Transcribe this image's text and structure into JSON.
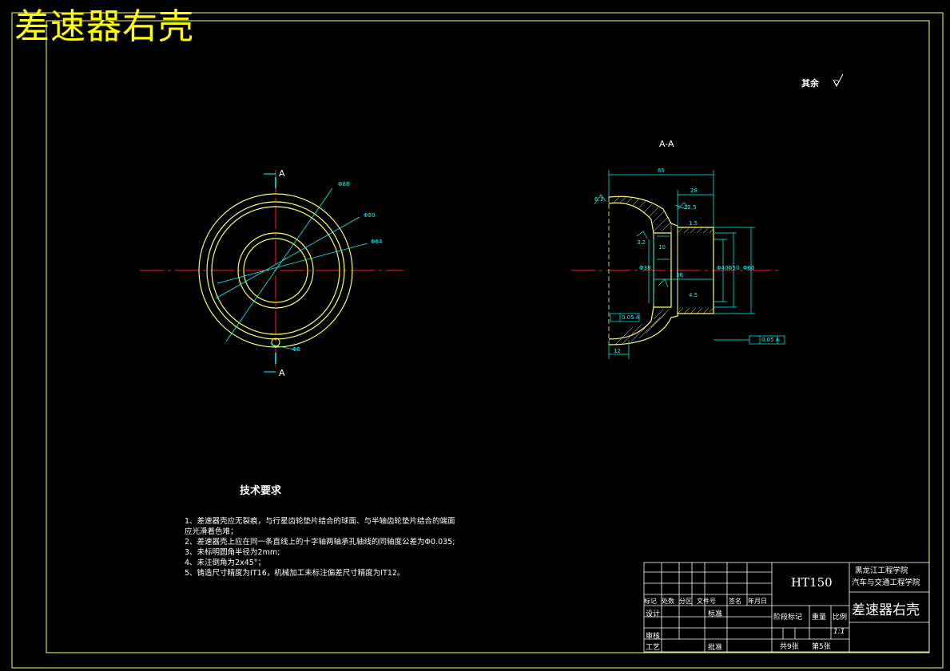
{
  "drawing": {
    "main_title": "差速器右壳",
    "roughness_note": "其余",
    "section_label": "A-A",
    "section_mark": "A"
  },
  "front_view": {
    "dims": [
      "Φ88",
      "Φ80",
      "Φ64"
    ],
    "hole_dim": "Φ6"
  },
  "section_view": {
    "dims": {
      "overall_width": "65",
      "hub_width": "28",
      "inner_depth": "36",
      "slot": "10",
      "bottom": "12",
      "d1": "Φ38",
      "d2": "Φ40",
      "d3": "Φ50",
      "d4": "Φ60",
      "chamfer1": "1.5",
      "chamfer2": "4.5",
      "rough1": "6.3",
      "rough2": "3.2",
      "rough3": "12.5"
    },
    "tolerances": [
      "0.05 A",
      "0.05 A"
    ]
  },
  "tech_requirements": {
    "title": "技术要求",
    "items": [
      "1、差速器壳应无裂痕，与行星齿轮垫片结合的球面、与半轴齿轮垫片结合的端面",
      "    应光滑着色难；",
      "2、差速器壳上应在同一条直线上的十字轴两轴承孔轴线的同轴度公差为Φ0.035;",
      "3、未标明圆角半径为2mm;",
      "4、未注倒角为2x45°；",
      "5、铸造尺寸精度为IT16，机械加工未标注偏差尺寸精度为IT12。"
    ]
  },
  "title_block": {
    "material": "HT150",
    "school_line1": "黑龙江工程学院",
    "school_line2": "汽车与交通工程学院",
    "part_name": "差速器右壳",
    "header_row": [
      "标记",
      "处数",
      "分区",
      "文件号",
      "签名",
      "年月日"
    ],
    "design": "设计",
    "standard": "标准",
    "review": "审核",
    "process": "工艺",
    "approve": "批准",
    "stage_mark": "阶段标记",
    "weight": "重量",
    "scale": "比例",
    "scale_value": "1:1",
    "sheets_total": "共9张",
    "sheet_no": "第5张"
  }
}
